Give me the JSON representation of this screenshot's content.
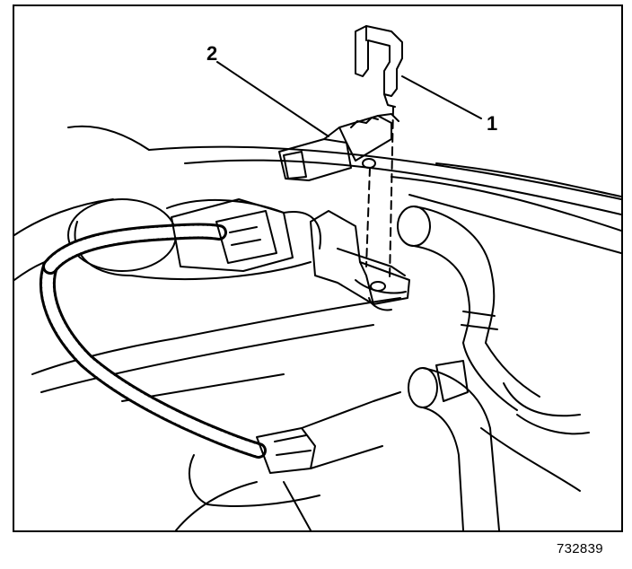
{
  "diagram": {
    "callouts": [
      {
        "id": "1",
        "label": "1"
      },
      {
        "id": "2",
        "label": "2"
      }
    ],
    "figure_code": "732839"
  },
  "colors": {
    "ink": "#000000",
    "paper": "#ffffff"
  }
}
